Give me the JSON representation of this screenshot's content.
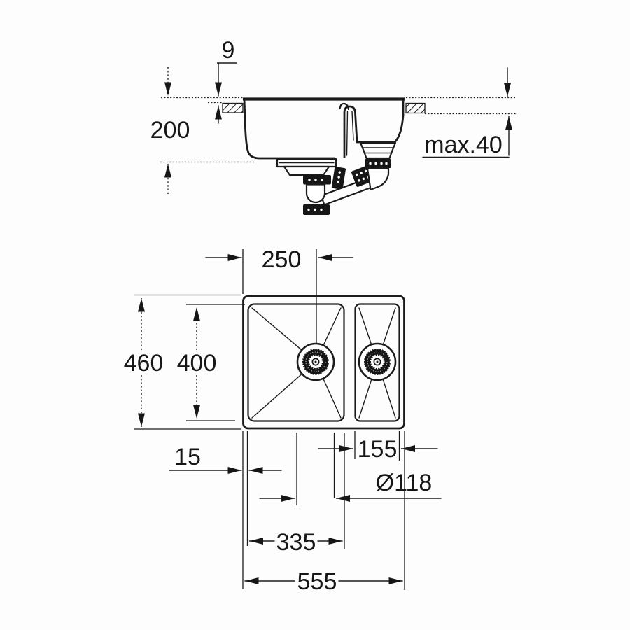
{
  "drawing": {
    "title_hint": "kitchen sink installation drawing, two bowls, section and plan view",
    "background": "#fdfdfd",
    "ink": "#1c1c1c",
    "section_view": {
      "labels": {
        "rim_height": "9",
        "bowl_depth": "200",
        "counter_thickness": "max.40"
      }
    },
    "plan_view": {
      "labels": {
        "drain_center_from_left": "250",
        "overall_depth": "460",
        "bowl_depth": "400",
        "edge_to_bowl": "15",
        "small_bowl_width": "155",
        "drain_diameter": "Ø118",
        "main_bowl_width": "335",
        "overall_width": "555"
      }
    }
  }
}
